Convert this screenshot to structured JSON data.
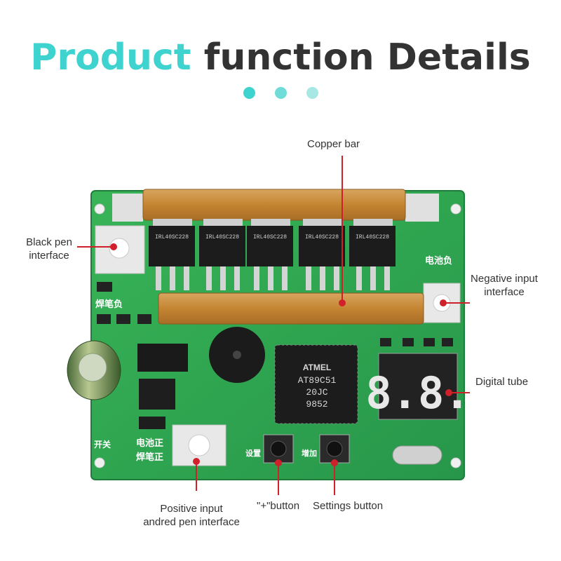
{
  "title": {
    "accent_word": "Product",
    "rest": " function Details"
  },
  "colors": {
    "accent": "#3fd3cf",
    "title_dark": "#333333",
    "pointer": "#d0202a",
    "pcb_green": "#2fa84f",
    "copper": "#c98a3c"
  },
  "dots": [
    "#3fd3cf",
    "#6fdcd8",
    "#a7e8e5"
  ],
  "labels": {
    "copper_bar": "Copper bar",
    "black_pen_1": "Black pen",
    "black_pen_2": "interface",
    "negative_1": "Negative input",
    "negative_2": "interface",
    "digital_tube": "Digital tube",
    "positive_1": "Positive input",
    "positive_2": "andred pen interface",
    "plus_button": "\"+\"button",
    "settings_button": "Settings button"
  },
  "board_text": {
    "mosfet": [
      "IRL40SC228",
      "IRL40SC228",
      "IRL40SC228",
      "IRL40SC228",
      "IRL40SC228"
    ],
    "battery_negative": "电池负",
    "pen_negative": "焊笔负",
    "battery_positive": "电池正",
    "pen_positive": "焊笔正",
    "switch": "开关",
    "setting": "设置",
    "increase": "增加",
    "mcu_brand": "ATMEL",
    "mcu_model": "AT89C51",
    "mcu_line2": "20JC",
    "mcu_line3": "9852",
    "display_digits": "8.8."
  }
}
